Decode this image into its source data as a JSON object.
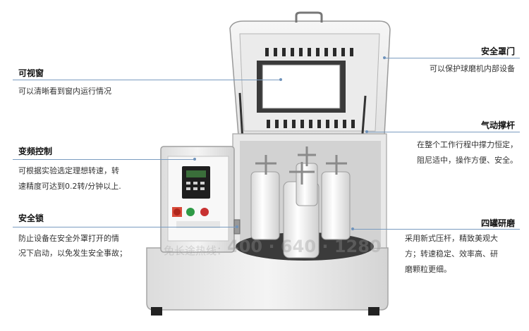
{
  "features": {
    "viewing_window": {
      "title": "可视窗",
      "desc": "可以清晰看到窗内运行情况"
    },
    "frequency_control": {
      "title": "变频控制",
      "desc_line1": "可根据实验选定理想转速，转",
      "desc_line2": "速精度可达到0.2转/分钟以上."
    },
    "safety_lock": {
      "title": "安全锁",
      "desc_line1": "防止设备在安全外罩打开的情",
      "desc_line2": "况下启动，以免发生安全事故；"
    },
    "safety_cover": {
      "title": "安全罩门",
      "desc": "可以保护球磨机内部设备"
    },
    "gas_strut": {
      "title": "气动撑杆",
      "desc_line1": "在整个工作行程中撑力恒定，",
      "desc_line2": "阻尼适中，操作方便、安全。"
    },
    "four_jar_grinding": {
      "title": "四罐研磨",
      "desc_line1": "采用新式压杆，精致美观大",
      "desc_line2": "方；转速稳定、效率高、研",
      "desc_line3": "磨颗粒更细。"
    }
  },
  "watermark": {
    "hotline_label": "免长途热线：",
    "hotline_number": "400 · 640 · 1280"
  }
}
